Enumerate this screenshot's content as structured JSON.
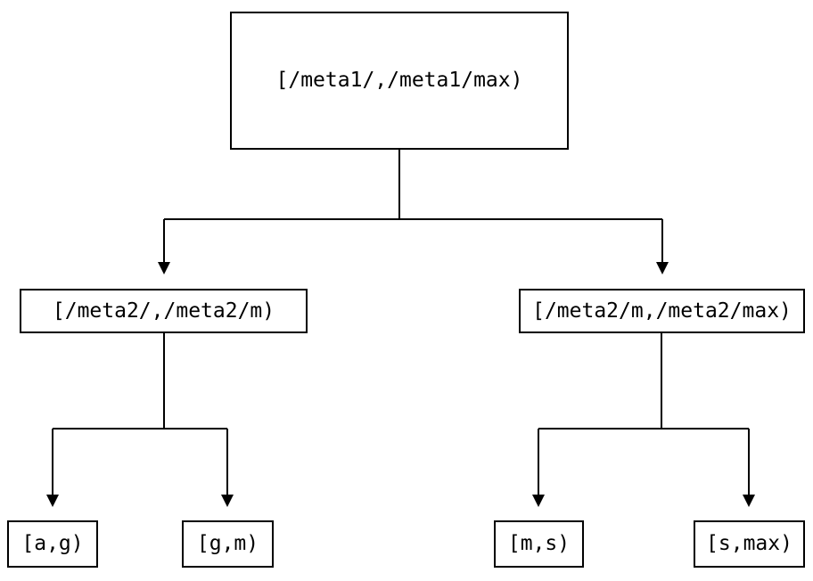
{
  "diagram": {
    "type": "tree",
    "background_color": "#ffffff",
    "line_color": "#000000",
    "box_border_color": "#000000",
    "nodes": {
      "root": {
        "label": "[/meta1/,/meta1/max)"
      },
      "left": {
        "label": "[/meta2/,/meta2/m)"
      },
      "right": {
        "label": "[/meta2/m,/meta2/max)"
      },
      "leaf_ag": {
        "label": "[a,g)"
      },
      "leaf_gm": {
        "label": "[g,m)"
      },
      "leaf_ms": {
        "label": "[m,s)"
      },
      "leaf_smax": {
        "label": "[s,max)"
      }
    },
    "edges": [
      {
        "from": "root",
        "to": "left"
      },
      {
        "from": "root",
        "to": "right"
      },
      {
        "from": "left",
        "to": "leaf_ag"
      },
      {
        "from": "left",
        "to": "leaf_gm"
      },
      {
        "from": "right",
        "to": "leaf_ms"
      },
      {
        "from": "right",
        "to": "leaf_smax"
      }
    ]
  }
}
